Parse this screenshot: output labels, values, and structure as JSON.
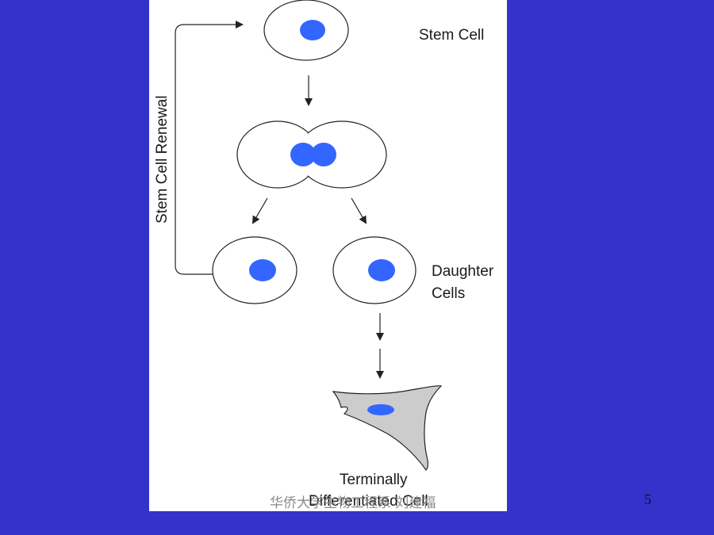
{
  "diagram": {
    "labels": {
      "stem_cell": "Stem Cell",
      "stem_cell_renewal": "Stem Cell Renewal",
      "daughter_line1": "Daughter",
      "daughter_line2": "Cells",
      "terminal_line1": "Terminally",
      "terminal_line2": "Differentiated Cell"
    },
    "colors": {
      "slide_background": "#3333cc",
      "panel_background": "#ffffff",
      "nucleus": "#3366ff",
      "differentiated_cell_fill": "#cccccc",
      "outline": "#222222"
    }
  },
  "footer": {
    "text": "华侨大学生物工程系 刘建福",
    "page_number": "5"
  }
}
